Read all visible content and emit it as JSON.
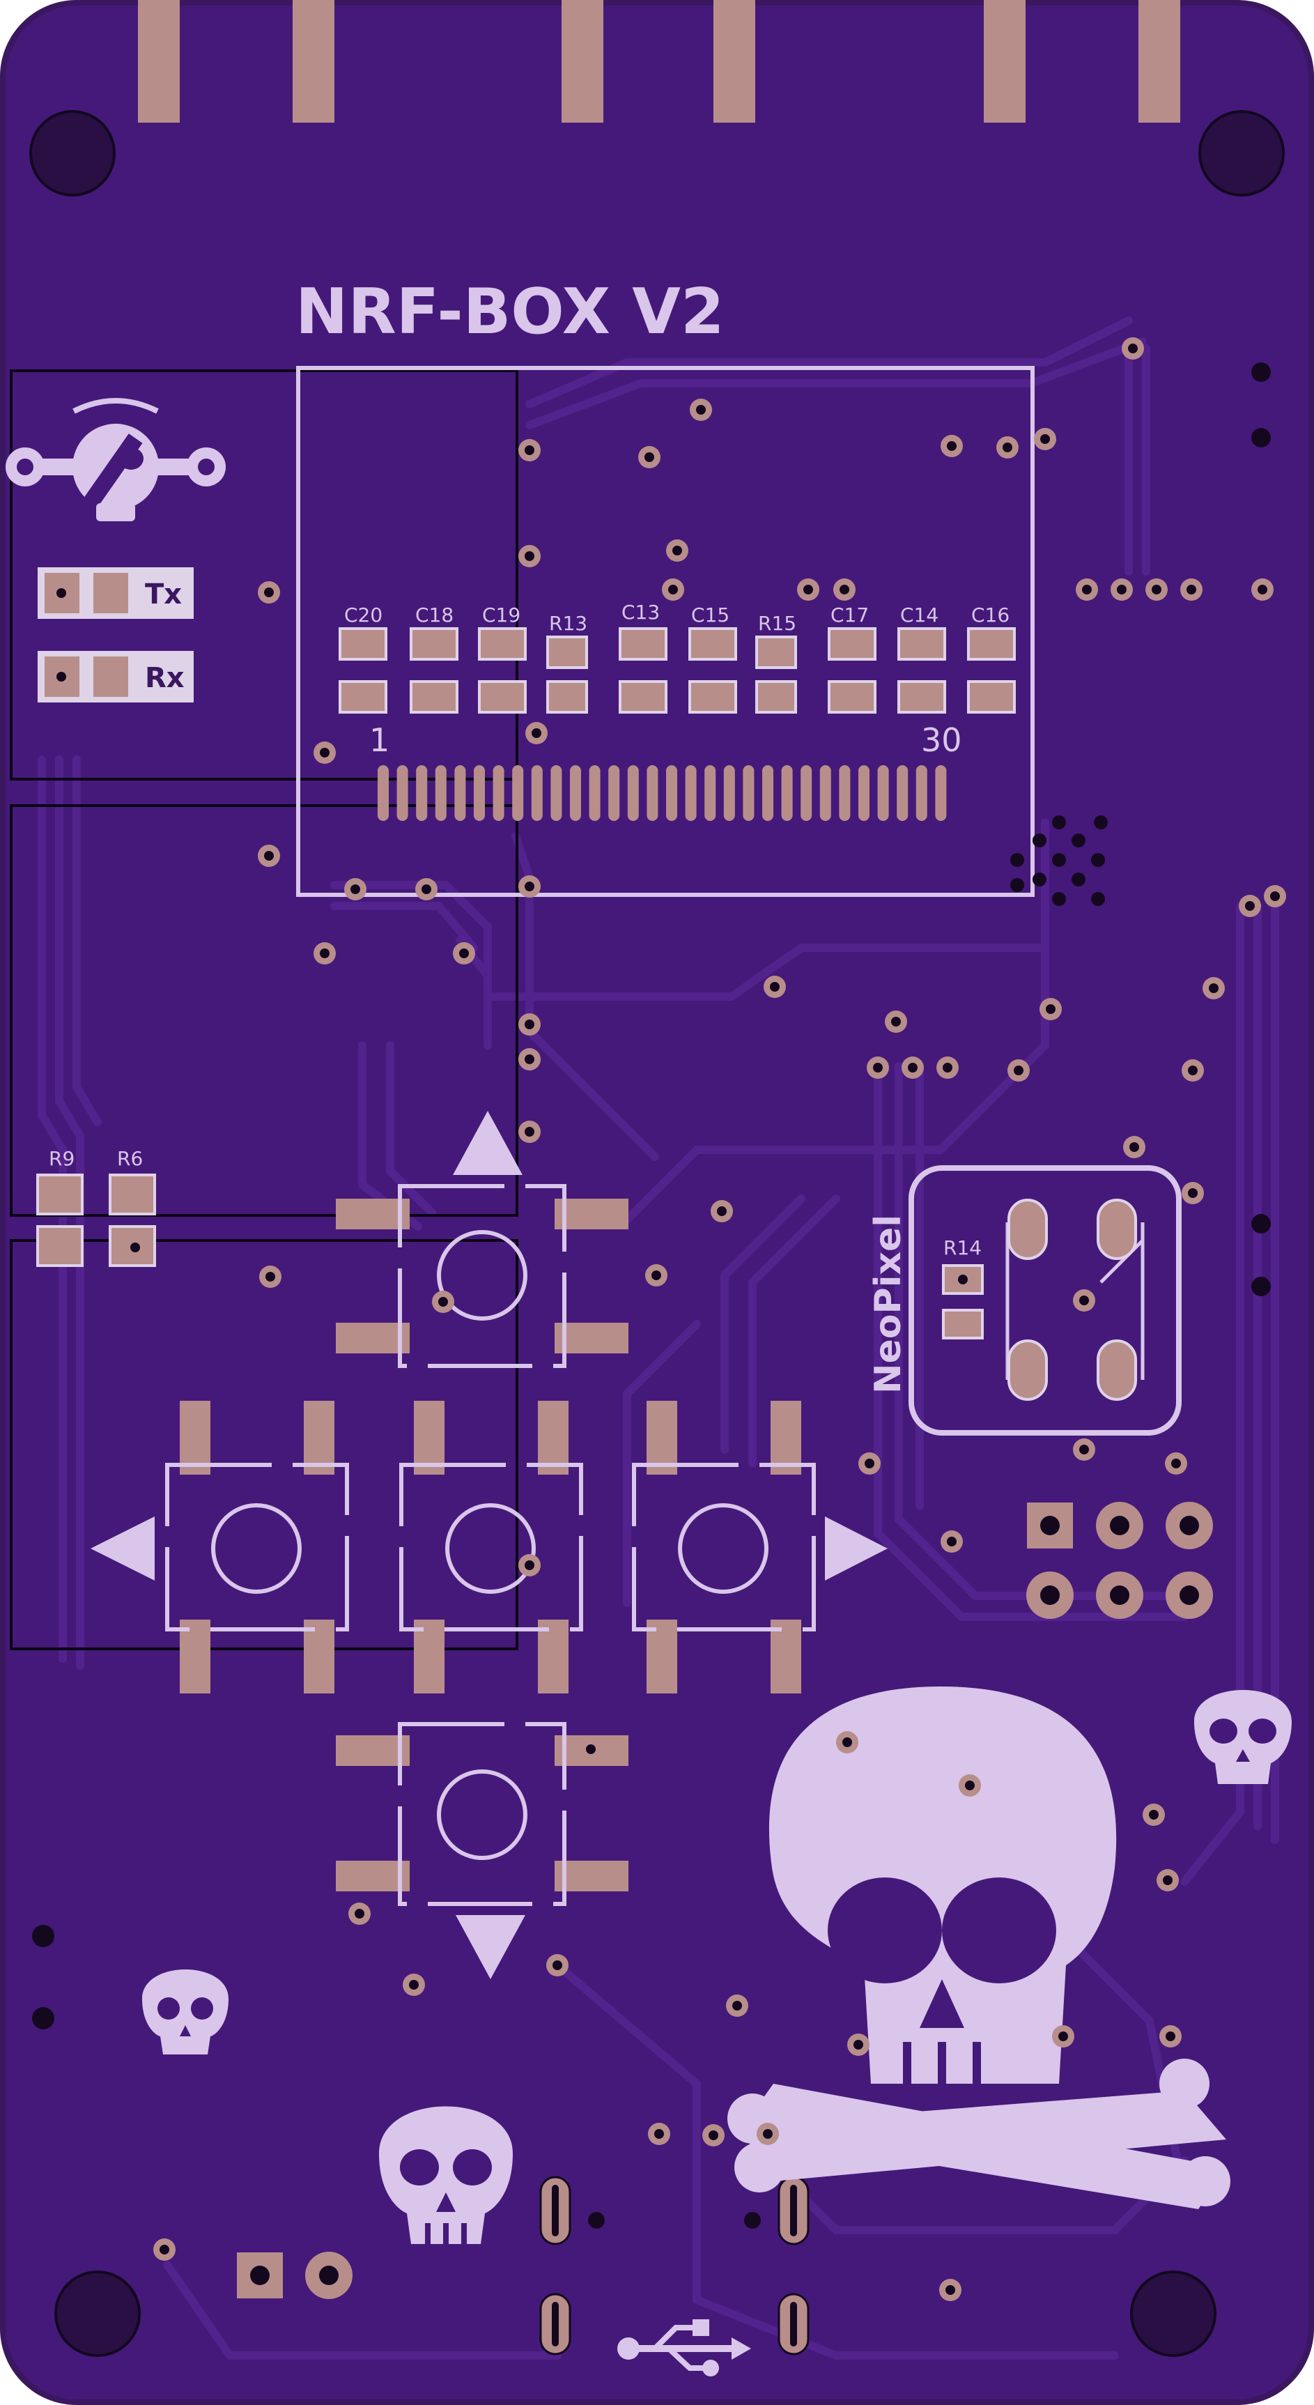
{
  "board": {
    "title": "NRF-BOX V2",
    "colors": {
      "substrate": "#3b1760",
      "copper_fill": "#45197a",
      "trace": "#4e2088",
      "silk": "#d9c6ea",
      "pad": "#b88e8b",
      "pad_outline": "#dfd3e8",
      "hole": "#14081f"
    }
  },
  "labels": {
    "tx": "Tx",
    "rx": "Rx",
    "pin_first": "1",
    "pin_last": "30",
    "neopixel": "NeoPixel",
    "r14": "R14",
    "r9": "R9",
    "r6": "R6",
    "components": [
      "C20",
      "C18",
      "C19",
      "R13",
      "C13",
      "C15",
      "R15",
      "C17",
      "C14",
      "C16"
    ]
  },
  "icons": {
    "logo": "wrench-skull-icon",
    "skull_large": "skull-crossbones-icon",
    "skull_small": "skull-icon",
    "usb": "usb-icon",
    "arrow_up": "triangle-up-icon",
    "arrow_down": "triangle-down-icon",
    "arrow_left": "triangle-left-icon",
    "arrow_right": "triangle-right-icon"
  }
}
